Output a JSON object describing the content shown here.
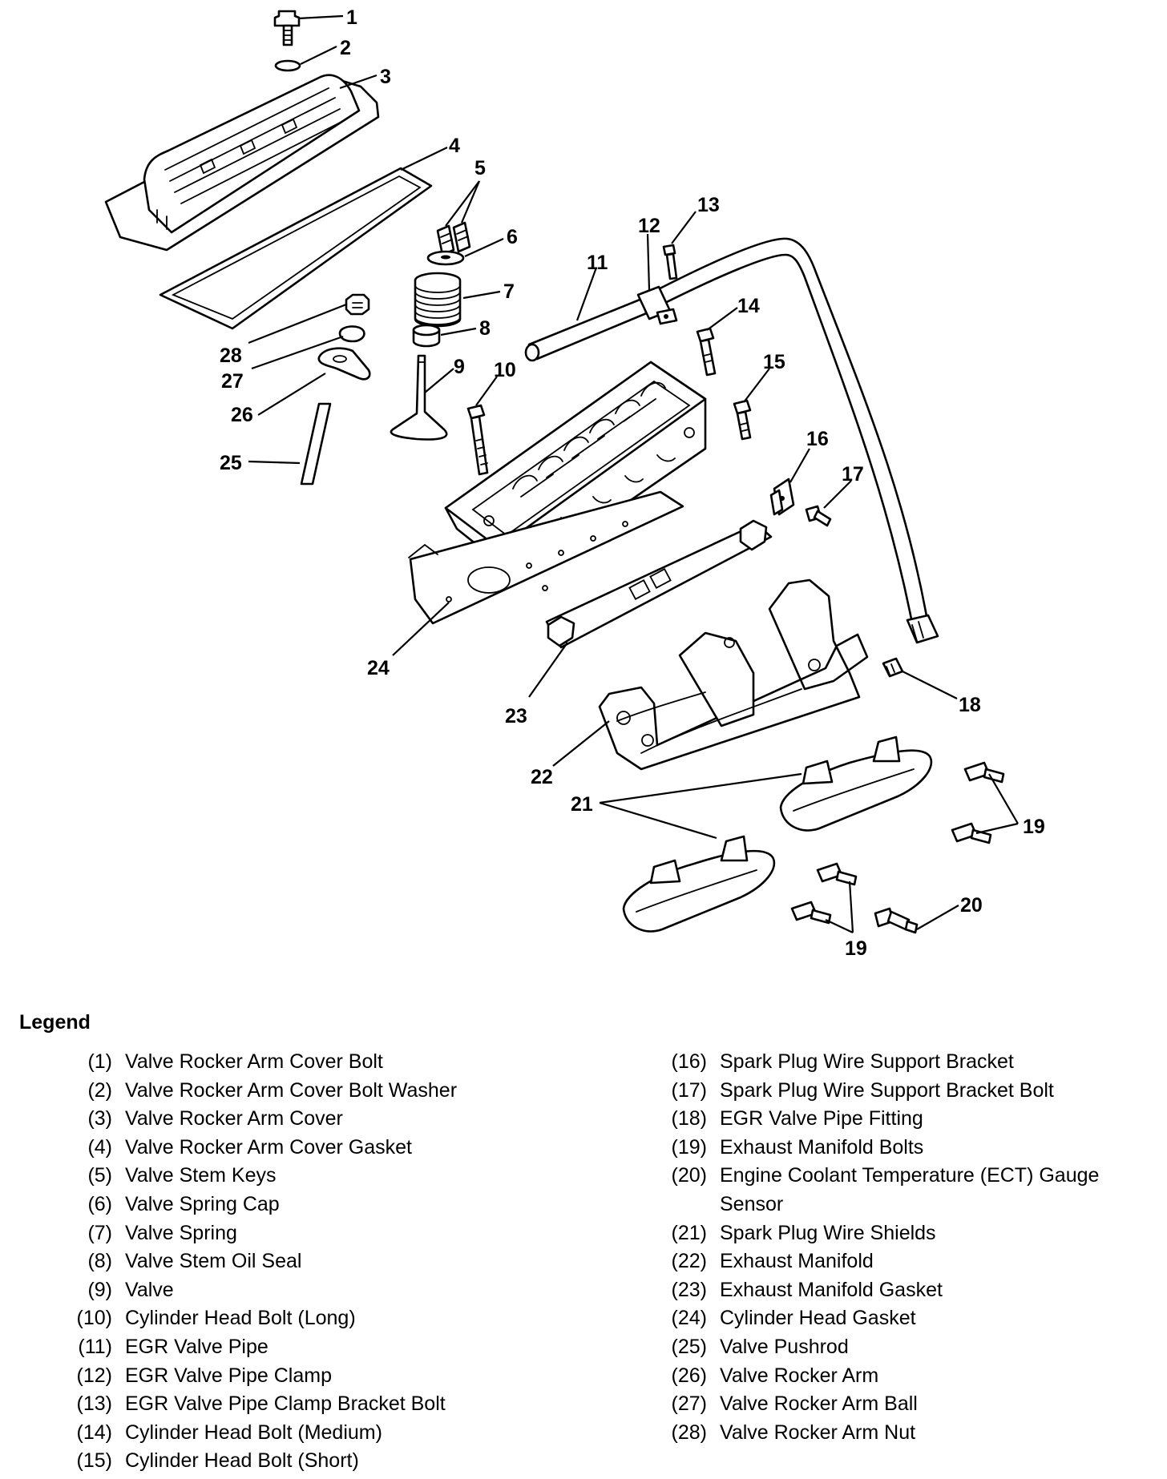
{
  "callouts": [
    "1",
    "2",
    "3",
    "4",
    "5",
    "6",
    "7",
    "8",
    "9",
    "10",
    "11",
    "12",
    "13",
    "14",
    "15",
    "16",
    "17",
    "18",
    "19",
    "19",
    "20",
    "21",
    "22",
    "23",
    "24",
    "25",
    "26",
    "27",
    "28"
  ],
  "legend": {
    "title": "Legend",
    "left": [
      {
        "num": "(1)",
        "text": "Valve Rocker Arm Cover Bolt"
      },
      {
        "num": "(2)",
        "text": "Valve Rocker Arm Cover Bolt Washer"
      },
      {
        "num": "(3)",
        "text": "Valve Rocker Arm Cover"
      },
      {
        "num": "(4)",
        "text": "Valve Rocker Arm Cover Gasket"
      },
      {
        "num": "(5)",
        "text": "Valve Stem Keys"
      },
      {
        "num": "(6)",
        "text": "Valve Spring Cap"
      },
      {
        "num": "(7)",
        "text": "Valve Spring"
      },
      {
        "num": "(8)",
        "text": "Valve Stem Oil Seal"
      },
      {
        "num": "(9)",
        "text": "Valve"
      },
      {
        "num": "(10)",
        "text": "Cylinder Head Bolt (Long)"
      },
      {
        "num": "(11)",
        "text": "EGR Valve Pipe"
      },
      {
        "num": "(12)",
        "text": "EGR Valve Pipe Clamp"
      },
      {
        "num": "(13)",
        "text": "EGR Valve Pipe Clamp Bracket Bolt"
      },
      {
        "num": "(14)",
        "text": "Cylinder Head Bolt (Medium)"
      },
      {
        "num": "(15)",
        "text": "Cylinder Head Bolt (Short)"
      }
    ],
    "right": [
      {
        "num": "(16)",
        "text": "Spark Plug Wire Support Bracket"
      },
      {
        "num": "(17)",
        "text": "Spark Plug Wire Support Bracket Bolt"
      },
      {
        "num": "(18)",
        "text": "EGR Valve Pipe Fitting"
      },
      {
        "num": "(19)",
        "text": "Exhaust Manifold Bolts"
      },
      {
        "num": "(20)",
        "text": "Engine Coolant Temperature (ECT) Gauge Sensor"
      },
      {
        "num": "(21)",
        "text": "Spark Plug Wire Shields"
      },
      {
        "num": "(22)",
        "text": "Exhaust Manifold"
      },
      {
        "num": "(23)",
        "text": "Exhaust Manifold Gasket"
      },
      {
        "num": "(24)",
        "text": "Cylinder Head Gasket"
      },
      {
        "num": "(25)",
        "text": "Valve Pushrod"
      },
      {
        "num": "(26)",
        "text": "Valve Rocker Arm"
      },
      {
        "num": "(27)",
        "text": "Valve Rocker Arm Ball"
      },
      {
        "num": "(28)",
        "text": "Valve Rocker Arm Nut"
      }
    ]
  }
}
